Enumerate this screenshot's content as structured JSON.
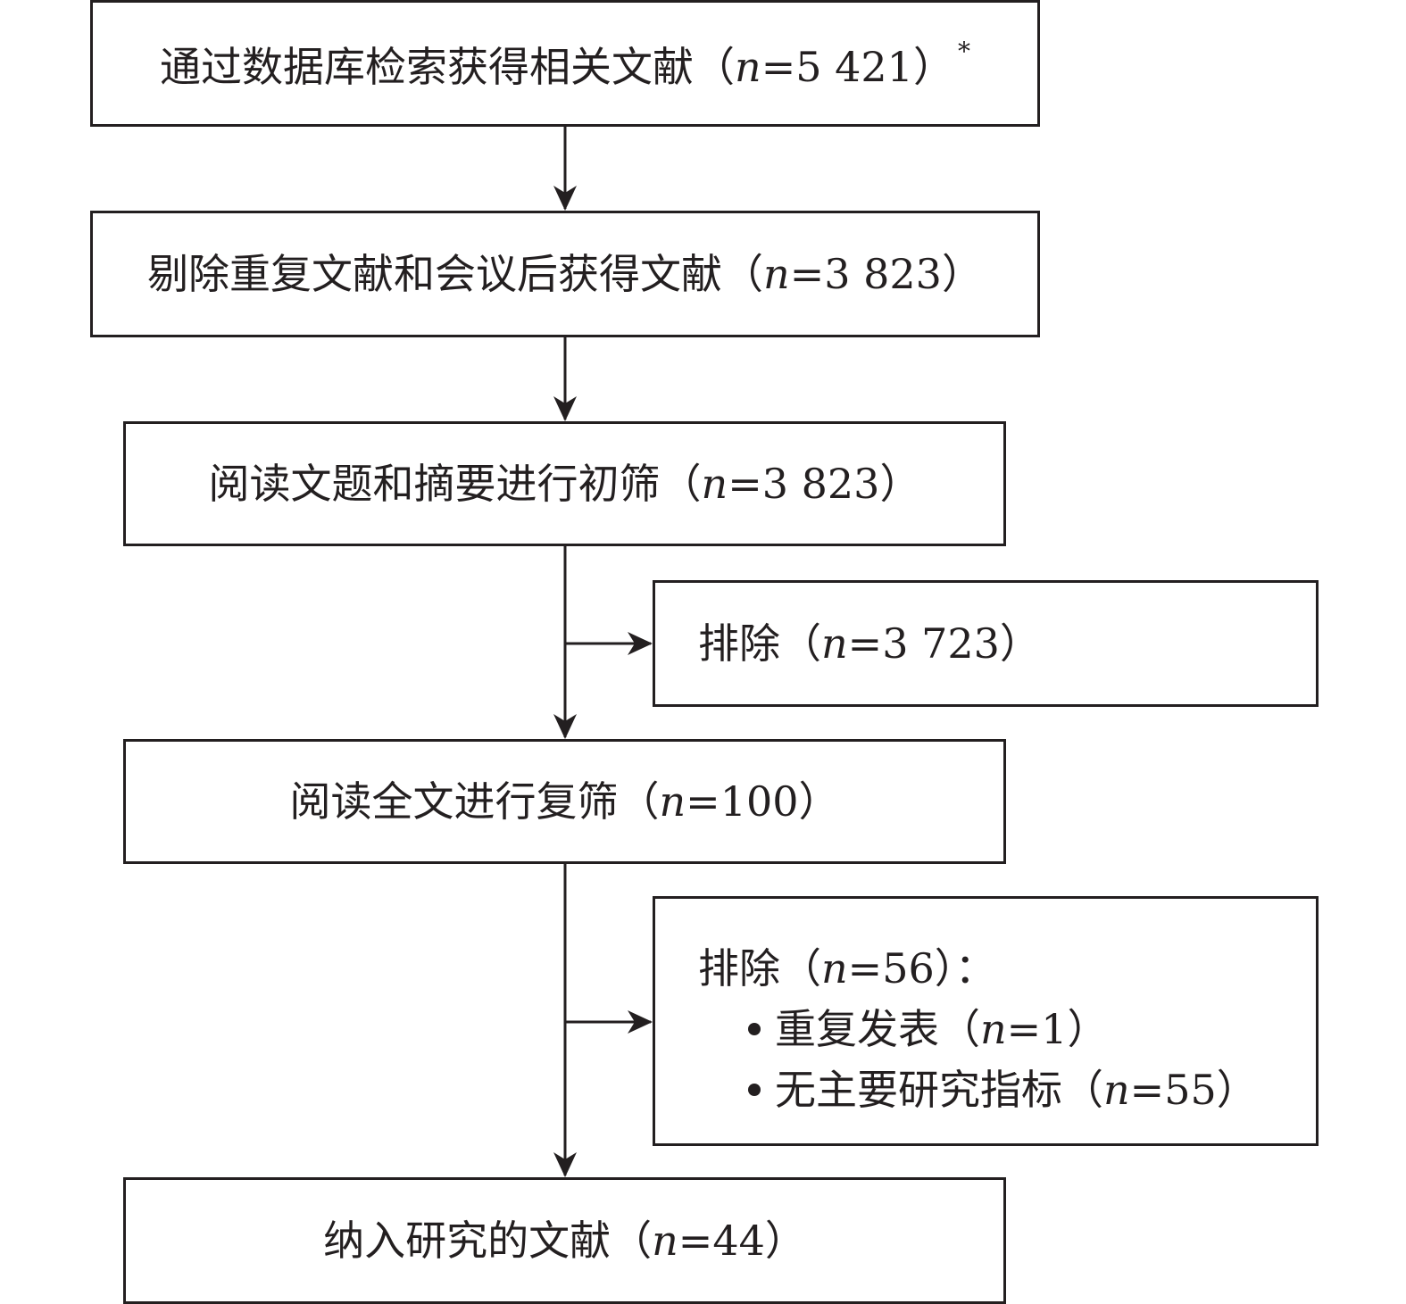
{
  "boxes": {
    "search": {
      "label": "通过数据库检索获得相关文献",
      "count": "5 421",
      "mark": "*"
    },
    "dedup": {
      "label": "剔除重复文献和会议后获得文献",
      "count": "3 823"
    },
    "screen1": {
      "label": "阅读文题和摘要进行初筛",
      "count": "3 823"
    },
    "exclude1": {
      "label": "排除",
      "count": "3 723"
    },
    "screen2": {
      "label": "阅读全文进行复筛",
      "count": "100"
    },
    "exclude2": {
      "label": "排除",
      "count": "56",
      "suffix": "：",
      "reasons": [
        {
          "label": "重复发表",
          "count": "1"
        },
        {
          "label": "无主要研究指标",
          "count": "55"
        }
      ]
    },
    "included": {
      "label": "纳入研究的文献",
      "count": "44"
    }
  },
  "notation": {
    "n": "n",
    "eq": "=",
    "open": "（",
    "close": "）"
  }
}
